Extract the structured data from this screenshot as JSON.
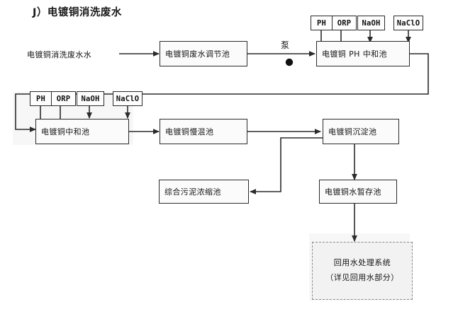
{
  "title": "J）电镀铜消洗废水",
  "inlet": {
    "label": "电镀铜消洗废水水"
  },
  "pump": {
    "label": "泵"
  },
  "reagents": {
    "row1": [
      {
        "name": "PH",
        "marker": "dot"
      },
      {
        "name": "ORP",
        "marker": "dot"
      },
      {
        "name": "NaOH",
        "marker": "arrow"
      },
      {
        "name": "NaClO",
        "marker": "arrow"
      }
    ],
    "row2": [
      {
        "name": "PH",
        "marker": "dot"
      },
      {
        "name": "ORP",
        "marker": "dot"
      },
      {
        "name": "NaOH",
        "marker": "arrow"
      },
      {
        "name": "NaClO",
        "marker": "arrow"
      }
    ]
  },
  "units": {
    "adjust_tank": "电镀铜废水调节池",
    "ph_neutral_tank": "电镀铜 PH 中和池",
    "neutral_tank": "电镀铜中和池",
    "slow_mix_tank": "电镀铜慢混池",
    "sediment_tank": "电镀铜沉淀池",
    "sludge_tank": "综合污泥浓缩池",
    "storage_tank": "电镀铜水暂存池",
    "reuse_system_line1": "回用水处理系统",
    "reuse_system_line2": "（详见回用水部分）"
  },
  "colors": {
    "line": "#2b2b2b",
    "box_fill": "#fbfbfb",
    "dash_fill": "#f2f2f2",
    "dash_border": "#8a8a8a",
    "shade": "#f7f7f7"
  }
}
